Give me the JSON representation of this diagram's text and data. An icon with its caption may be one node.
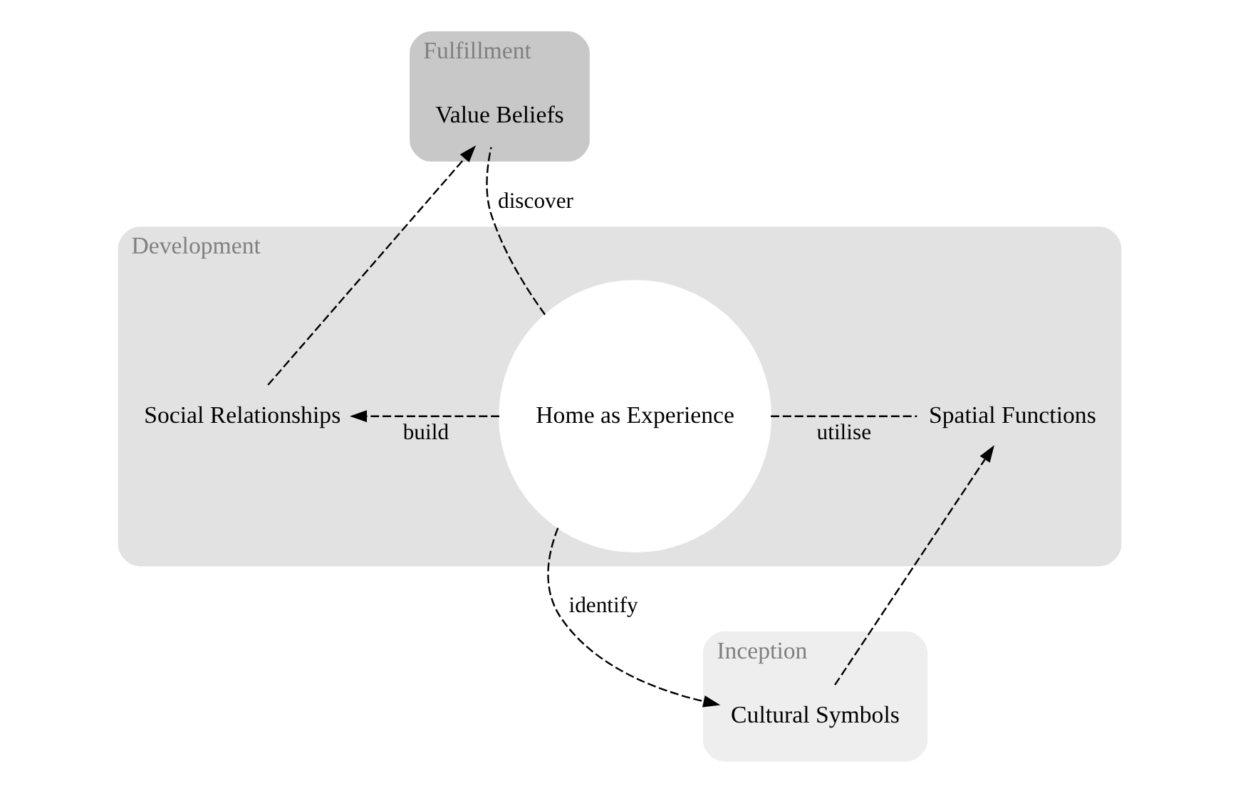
{
  "diagram": {
    "nodes": [
      {
        "text": [
          "Fulfillment"
        ]
      },
      {
        "text": [
          "Value Beliefs"
        ],
        "in": 0
      },
      {
        "text": [
          "Development"
        ]
      },
      {
        "text": [
          "Social Relationships"
        ],
        "in": 2
      },
      {
        "text": [
          "Home as Experience"
        ],
        "in": 2
      },
      {
        "text": [
          "Spatial Functions"
        ],
        "in": 2
      },
      {
        "text": [
          "Inception"
        ]
      },
      {
        "text": [
          "Cultural Symbols"
        ],
        "in": 6
      }
    ],
    "edges": [
      {
        "from": 4,
        "to": 1,
        "arrow": "none",
        "label": "discover",
        "style": "dashed"
      },
      {
        "from": 4,
        "to": 3,
        "arrow": "to",
        "label": "build",
        "style": "dashed"
      },
      {
        "from": 4,
        "to": 5,
        "arrow": "none",
        "label": "utilise",
        "style": "dashed"
      },
      {
        "from": 4,
        "to": 7,
        "arrow": "to",
        "label": "identify",
        "style": "dashed"
      },
      {
        "from": 3,
        "to": 1,
        "arrow": "to",
        "style": "dashed"
      },
      {
        "from": 7,
        "to": 5,
        "arrow": "to",
        "style": "dashed"
      }
    ]
  }
}
